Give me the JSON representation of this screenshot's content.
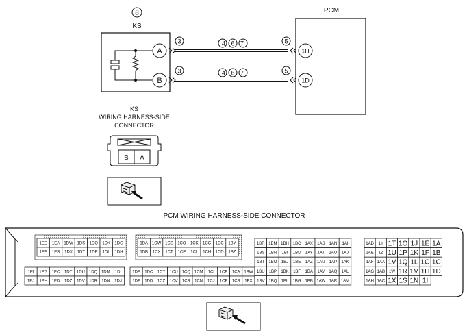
{
  "ks": {
    "marker": "8",
    "label": "KS",
    "terminal_a": "A",
    "terminal_b": "B",
    "harness_label_line1": "KS",
    "harness_label_line2": "WIRING HARNESS-SIDE",
    "harness_label_line3": "CONNECTOR",
    "connector_pin_b": "B",
    "connector_pin_a": "A"
  },
  "pcm": {
    "label": "PCM",
    "terminal_upper": "1H",
    "terminal_lower": "1D"
  },
  "wires": {
    "upper_left_marker": "3",
    "upper_mid_markers": "4 6 7",
    "upper_right_marker": "5",
    "lower_left_marker": "3",
    "lower_mid_markers": "4 6 7",
    "lower_right_marker": "5"
  },
  "pcm_connector": {
    "title": "PCM WIRING HARNESS-SIDE CONNECTOR",
    "blocks": [
      {
        "id": "b1",
        "rows": [
          [
            "1EE",
            "1EA",
            "1DW",
            "1DS",
            "1DO",
            "1DK",
            "1DG"
          ],
          [
            "1EF",
            "1EB",
            "1DX",
            "1DT",
            "1DP",
            "1DL",
            "1DH"
          ]
        ]
      },
      {
        "id": "b2",
        "rows": [
          [
            "1DA",
            "1CW",
            "1CS",
            "1CO",
            "1CK",
            "1CG",
            "1CC",
            "1BY"
          ],
          [
            "1DB",
            "1CX",
            "1CT",
            "1CP",
            "1CL",
            "1CH",
            "1CD",
            "1BZ"
          ]
        ]
      },
      {
        "id": "b3",
        "rows": [
          [
            "1EI",
            "1EG",
            "1EC",
            "1DY",
            "1DU",
            "1DQ",
            "1DM",
            "1DI"
          ],
          [
            "1EJ",
            "1EH",
            "1ED",
            "1DZ",
            "1DV",
            "1DR",
            "1DN",
            "1DJ"
          ]
        ]
      },
      {
        "id": "b4",
        "rows": [
          [
            "1DE",
            "1DC",
            "1CY",
            "1CU",
            "1CQ",
            "1CM",
            "1CI",
            "1CE",
            "1CA",
            "1BW"
          ],
          [
            "1DF",
            "1DD",
            "1CZ",
            "1CV",
            "1CR",
            "1CN",
            "1CJ",
            "1CF",
            "1CB",
            "1BX"
          ]
        ]
      },
      {
        "id": "b5",
        "rows": [
          [
            "1BR",
            "1BM",
            "1BH",
            "1BC",
            "1AX",
            "1AS",
            "1AN",
            "1AI"
          ],
          [
            "1BS",
            "1BN",
            "1BI",
            "1BD",
            "1AY",
            "1AT",
            "1AO",
            "1AJ"
          ],
          [
            "1BT",
            "1BO",
            "1BJ",
            "1BE",
            "1AZ",
            "1AU",
            "1AP",
            "1AK"
          ],
          [
            "1BU",
            "1BP",
            "1BK",
            "1BF",
            "1BA",
            "1AV",
            "1AQ",
            "1AL"
          ],
          [
            "1BV",
            "1BQ",
            "1BL",
            "1BG",
            "1BB",
            "1AW",
            "1AR",
            "1AM"
          ]
        ]
      },
      {
        "id": "b6",
        "rows": [
          [
            "1AD",
            "1Y",
            "1T",
            "1O",
            "1J",
            "1E",
            "1A"
          ],
          [
            "1AE",
            "1Z",
            "1U",
            "1P",
            "1K",
            "1F",
            "1B"
          ],
          [
            "1AF",
            "1AA",
            "1V",
            "1Q",
            "1L",
            "1G",
            "1C"
          ],
          [
            "1AG",
            "1AB",
            "1W",
            "1R",
            "1M",
            "1H",
            "1D"
          ],
          [
            "1AH",
            "1AC",
            "1X",
            "1S",
            "1N",
            "1I",
            ""
          ]
        ]
      }
    ]
  }
}
